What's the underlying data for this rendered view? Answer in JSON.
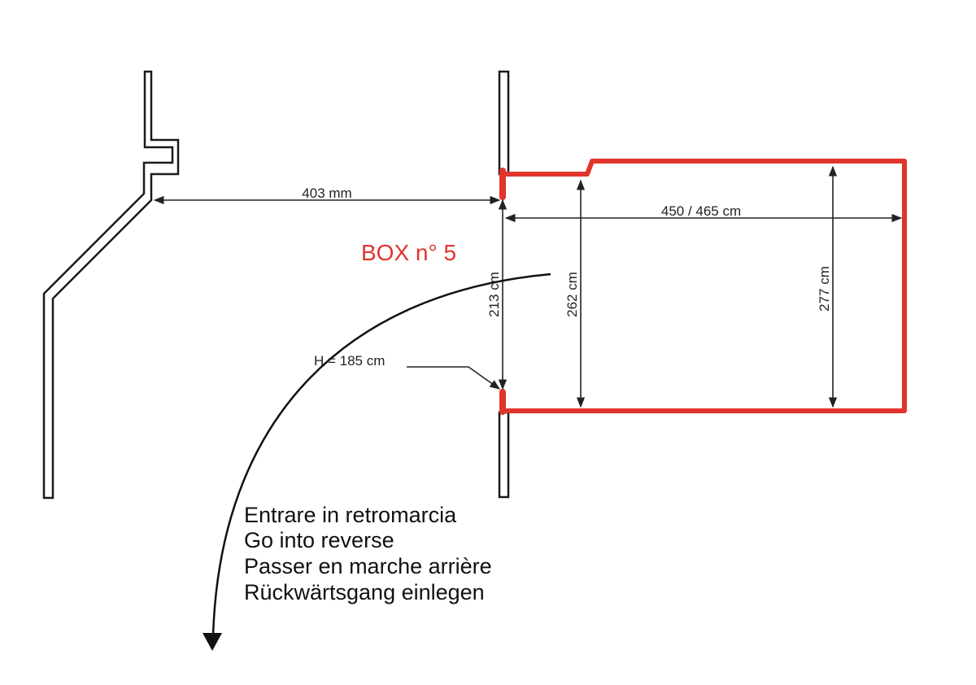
{
  "box_label": "BOX n° 5",
  "dimensions": {
    "opening_width": "403 mm",
    "length": "450 / 465 cm",
    "door_width": "213 cm",
    "inner_width": "262 cm",
    "outer_width": "277 cm",
    "door_height": "H = 185 cm"
  },
  "instructions": [
    "Entrare in retromarcia",
    "Go into reverse",
    "Passer en marche arrière",
    "Rückwärtsgang einlegen"
  ],
  "colors": {
    "box_outline": "#e0342c",
    "walls": "#1a1a1a",
    "dimension_lines": "#222222",
    "label": "#e0342c"
  },
  "icons": {
    "reverse_path": "curved-arrow-icon"
  }
}
